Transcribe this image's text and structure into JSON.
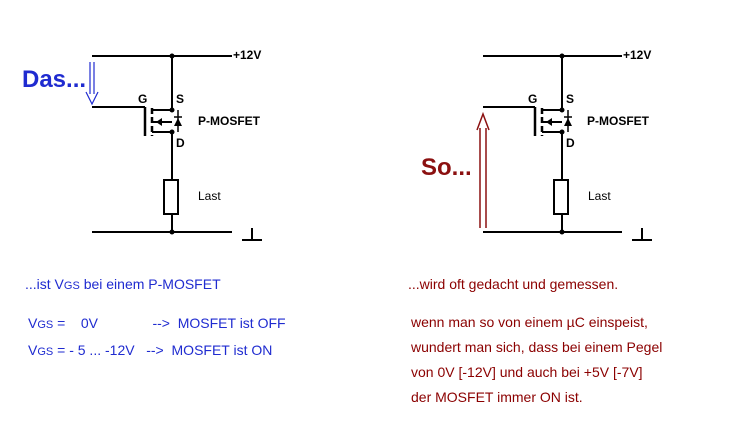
{
  "left": {
    "supply": "+12V",
    "gate": "G",
    "source": "S",
    "drain": "D",
    "device": "P-MOSFET",
    "load": "Last",
    "arrow_text": "Das...",
    "heading_pre": "...ist V",
    "heading_sub": "GS",
    "heading_post": " bei einem P-MOSFET",
    "line1_v": "V",
    "line1_sub": "GS",
    "line1_text": " =    0V              -->  MOSFET ist OFF",
    "line2_v": "V",
    "line2_sub": "GS",
    "line2_text": " = - 5 ... -12V   -->  MOSFET ist ON"
  },
  "right": {
    "supply": "+12V",
    "gate": "G",
    "source": "S",
    "drain": "D",
    "device": "P-MOSFET",
    "load": "Last",
    "arrow_text": "So...",
    "heading": "...wird oft gedacht und gemessen.",
    "lines": [
      "wenn man so von einem µC einspeist,",
      "wundert man sich, dass bei einem Pegel",
      "von 0V [-12V] und auch bei +5V [-7V]",
      "der MOSFET immer ON ist."
    ]
  }
}
